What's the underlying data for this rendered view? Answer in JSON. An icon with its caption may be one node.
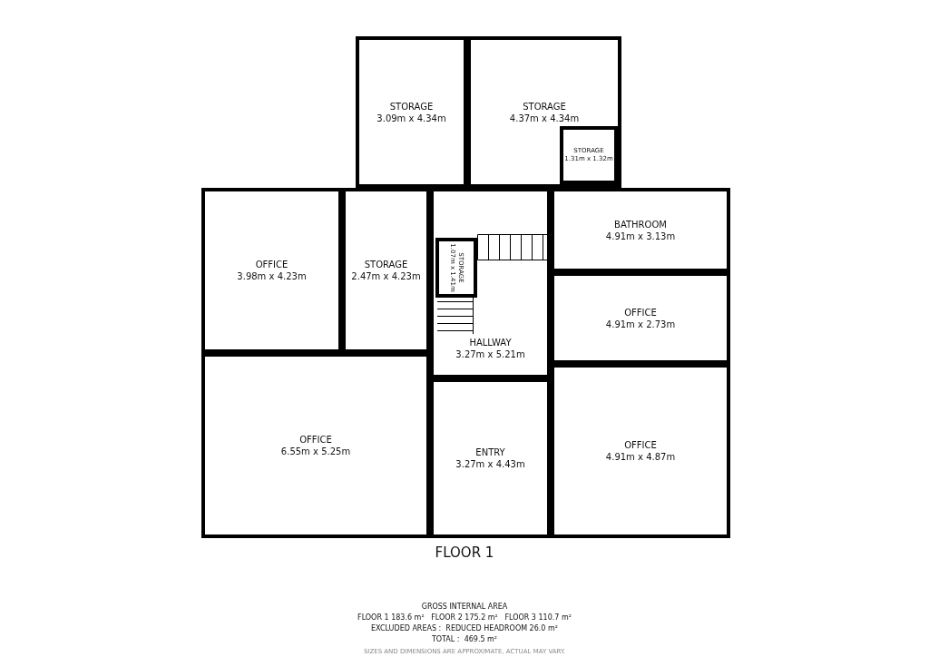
{
  "diagram": {
    "nodes": [
      {
        "text": [
          "STORAGE",
          "3.09m x 4.34m"
        ]
      },
      {
        "text": [
          "STORAGE",
          "4.37m x 4.34m"
        ]
      },
      {
        "text": [
          "STORAGE",
          "1.31m x 1.32m"
        ],
        "in": 1
      },
      {
        "text": [
          "OFFICE",
          "3.98m x 4.23m"
        ]
      },
      {
        "text": [
          "STORAGE",
          "2.47m x 4.23m"
        ]
      },
      {
        "text": [
          "STORAGE",
          "1.07m x 1.41m"
        ],
        "in": 6
      },
      {
        "text": [
          "HALLWAY",
          "3.27m x 5.21m"
        ]
      },
      {
        "text": [
          "BATHROOM",
          "4.91m x 3.13m"
        ]
      },
      {
        "text": [
          "OFFICE",
          "4.91m x 2.73m"
        ]
      },
      {
        "text": [
          "OFFICE",
          "6.55m x 5.25m"
        ]
      },
      {
        "text": [
          "ENTRY",
          "3.27m x 4.43m"
        ]
      },
      {
        "text": [
          "OFFICE",
          "4.91m x 4.87m"
        ]
      }
    ],
    "labels": [
      "FLOOR 1",
      "GROSS INTERNAL AREA",
      "FLOOR 1 183.6 m²   FLOOR 2 175.2 m²   FLOOR 3 110.7 m²",
      "EXCLUDED AREAS :  REDUCED HEADROOM 26.0 m²",
      "TOTAL :  469.5 m²",
      "SIZES AND DIMENSIONS ARE APPROXIMATE, ACTUAL MAY VARY."
    ]
  }
}
